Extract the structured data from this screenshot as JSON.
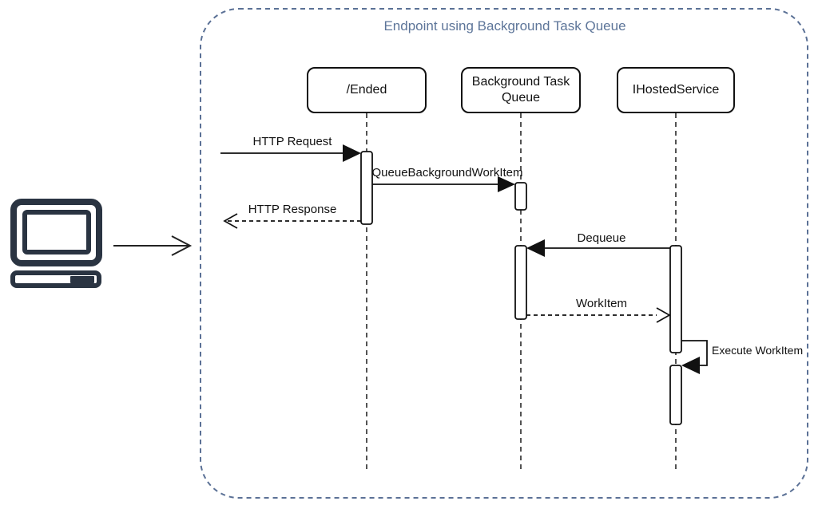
{
  "diagram": {
    "title": "Endpoint using Background Task Queue",
    "participants": [
      {
        "id": "ended",
        "label": "/Ended"
      },
      {
        "id": "background-task-queue",
        "label": "Background Task Queue"
      },
      {
        "id": "ihosted-service",
        "label": "IHostedService"
      }
    ],
    "messages": [
      {
        "label": "HTTP Request",
        "from": "client",
        "to": "ended",
        "style": "solid"
      },
      {
        "label": "QueueBackgroundWorkItem",
        "from": "ended",
        "to": "background-task-queue",
        "style": "solid"
      },
      {
        "label": "HTTP Response",
        "from": "ended",
        "to": "client",
        "style": "dashed"
      },
      {
        "label": "Dequeue",
        "from": "ihosted-service",
        "to": "background-task-queue",
        "style": "solid"
      },
      {
        "label": "WorkItem",
        "from": "background-task-queue",
        "to": "ihosted-service",
        "style": "dashed"
      },
      {
        "label": "Execute WorkItem",
        "from": "ihosted-service",
        "to": "ihosted-service",
        "style": "self"
      }
    ],
    "icons": {
      "actor": "computer-icon"
    },
    "colors": {
      "frame_dash": "#5b7196",
      "title_text": "#5d7599",
      "line": "#111111",
      "computer_icon": "#2a3442"
    }
  }
}
